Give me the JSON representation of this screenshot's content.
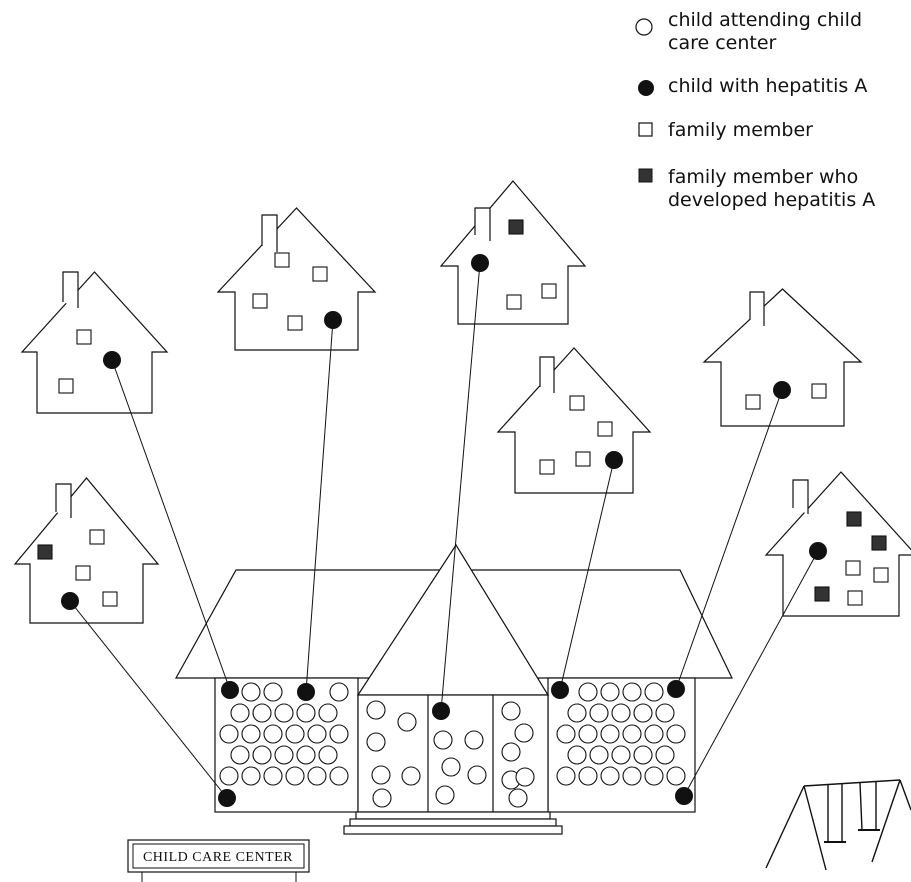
{
  "legend": {
    "child_attending": [
      "child attending child",
      "care center"
    ],
    "child_hepatitis": "child with hepatitis A",
    "family_member": "family member",
    "family_hepatitis": [
      "family member who",
      "developed hepatitis A"
    ]
  },
  "sign": {
    "label": "CHILD CARE CENTER"
  },
  "colors": {
    "ink": "#111111",
    "paper": "#ffffff"
  }
}
